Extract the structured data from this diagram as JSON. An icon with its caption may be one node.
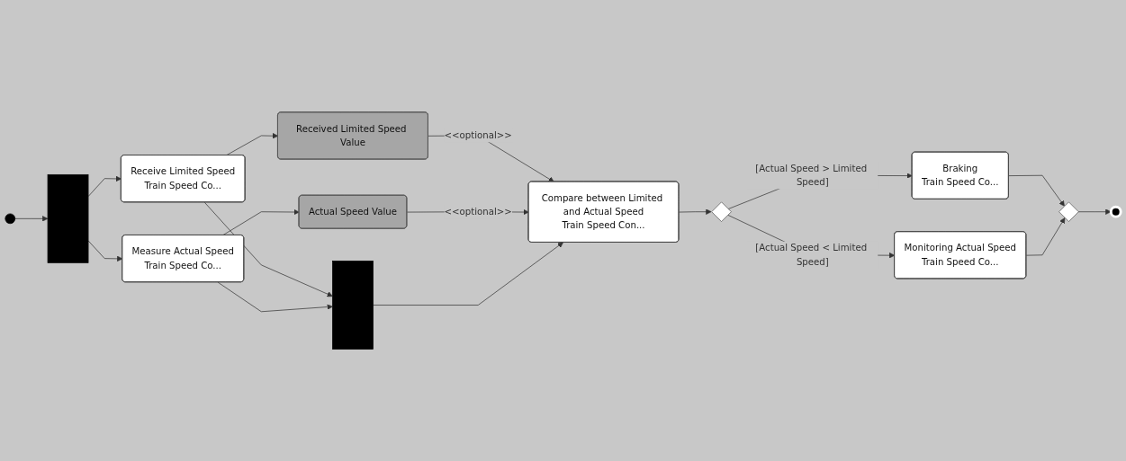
{
  "diagram": {
    "nodes": [
      {
        "text": [],
        "shape": "circle"
      },
      {
        "text": [],
        "shape": "bar"
      },
      {
        "text": [
          "Receive Limited Speed",
          "Train Speed Co..."
        ]
      },
      {
        "text": [
          "Measure Actual Speed",
          "Train Speed Co..."
        ]
      },
      {
        "text": [
          "Received Limited Speed Value"
        ]
      },
      {
        "text": [
          "Actual Speed Value"
        ]
      },
      {
        "text": [],
        "shape": "bar"
      },
      {
        "text": [
          "Compare between Limited and Actual Speed",
          "Train Speed Con..."
        ]
      },
      {
        "text": [],
        "shape": "diamond"
      },
      {
        "text": [
          "Braking",
          "Train Speed Co..."
        ]
      },
      {
        "text": [
          "Monitoring Actual Speed",
          "Train Speed Co..."
        ]
      },
      {
        "text": [],
        "shape": "diamond"
      },
      {
        "text": [],
        "shape": "circle"
      }
    ],
    "edges": [
      {
        "from": 0,
        "to": 1,
        "arrow": "to"
      },
      {
        "from": 1,
        "to": 2,
        "arrow": "to"
      },
      {
        "from": 1,
        "to": 3,
        "arrow": "to"
      },
      {
        "from": 2,
        "to": 4,
        "arrow": "to"
      },
      {
        "from": 3,
        "to": 5,
        "arrow": "to"
      },
      {
        "from": 2,
        "to": 6,
        "arrow": "to"
      },
      {
        "from": 3,
        "to": 6,
        "arrow": "to"
      },
      {
        "from": 4,
        "to": 7,
        "arrow": "to",
        "label": "<<optional>>"
      },
      {
        "from": 5,
        "to": 7,
        "arrow": "to",
        "label": "<<optional>>"
      },
      {
        "from": 6,
        "to": 7,
        "arrow": "to"
      },
      {
        "from": 7,
        "to": 8,
        "arrow": "to"
      },
      {
        "from": 8,
        "to": 9,
        "arrow": "to",
        "label": "[Actual Speed > Limited Speed]"
      },
      {
        "from": 8,
        "to": 10,
        "arrow": "to",
        "label": "[Actual Speed < Limited Speed]"
      },
      {
        "from": 9,
        "to": 11,
        "arrow": "to"
      },
      {
        "from": 10,
        "to": 11,
        "arrow": "to"
      },
      {
        "from": 11,
        "to": 12,
        "arrow": "to"
      }
    ]
  }
}
